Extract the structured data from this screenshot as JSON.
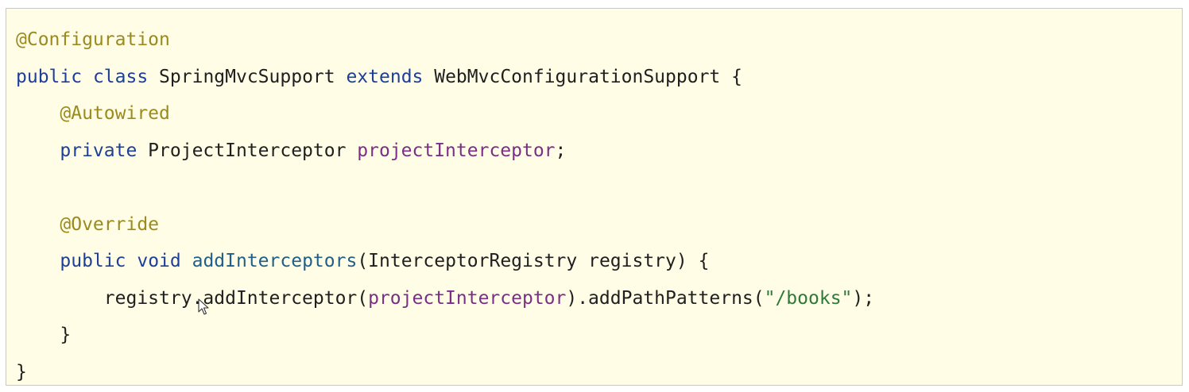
{
  "code": {
    "lines": [
      [
        {
          "t": "@Configuration",
          "c": "ann"
        }
      ],
      [
        {
          "t": "public",
          "c": "kw"
        },
        {
          "t": " ",
          "c": "plain"
        },
        {
          "t": "class",
          "c": "kw"
        },
        {
          "t": " SpringMvcSupport ",
          "c": "plain"
        },
        {
          "t": "extends",
          "c": "kw"
        },
        {
          "t": " WebMvcConfigurationSupport {",
          "c": "plain"
        }
      ],
      [
        {
          "t": "    ",
          "c": "plain"
        },
        {
          "t": "@Autowired",
          "c": "ann"
        }
      ],
      [
        {
          "t": "    ",
          "c": "plain"
        },
        {
          "t": "private",
          "c": "kw"
        },
        {
          "t": " ProjectInterceptor ",
          "c": "plain"
        },
        {
          "t": "projectInterceptor",
          "c": "fld"
        },
        {
          "t": ";",
          "c": "plain"
        }
      ],
      [],
      [
        {
          "t": "    ",
          "c": "plain"
        },
        {
          "t": "@Override",
          "c": "ann"
        }
      ],
      [
        {
          "t": "    ",
          "c": "plain"
        },
        {
          "t": "public",
          "c": "kw"
        },
        {
          "t": " ",
          "c": "plain"
        },
        {
          "t": "void",
          "c": "kw"
        },
        {
          "t": " ",
          "c": "plain"
        },
        {
          "t": "addInterceptors",
          "c": "mth"
        },
        {
          "t": "(InterceptorRegistry registry) {",
          "c": "plain"
        }
      ],
      [
        {
          "t": "        registry.addInterceptor(",
          "c": "plain"
        },
        {
          "t": "projectInterceptor",
          "c": "fld"
        },
        {
          "t": ").addPathPatterns(",
          "c": "plain"
        },
        {
          "t": "\"/books\"",
          "c": "str"
        },
        {
          "t": ");",
          "c": "plain"
        }
      ],
      [
        {
          "t": "    }",
          "c": "plain"
        }
      ],
      [
        {
          "t": "}",
          "c": "plain"
        }
      ]
    ]
  },
  "colors": {
    "background": "#fffde5",
    "border": "#c8c8c8",
    "annotation": "#9b8a1e",
    "keyword": "#1d3f9a",
    "field": "#7a2f86",
    "string": "#2f7a3b",
    "text": "#1f1f1f"
  },
  "cursor_icon": "mouse-pointer-icon"
}
